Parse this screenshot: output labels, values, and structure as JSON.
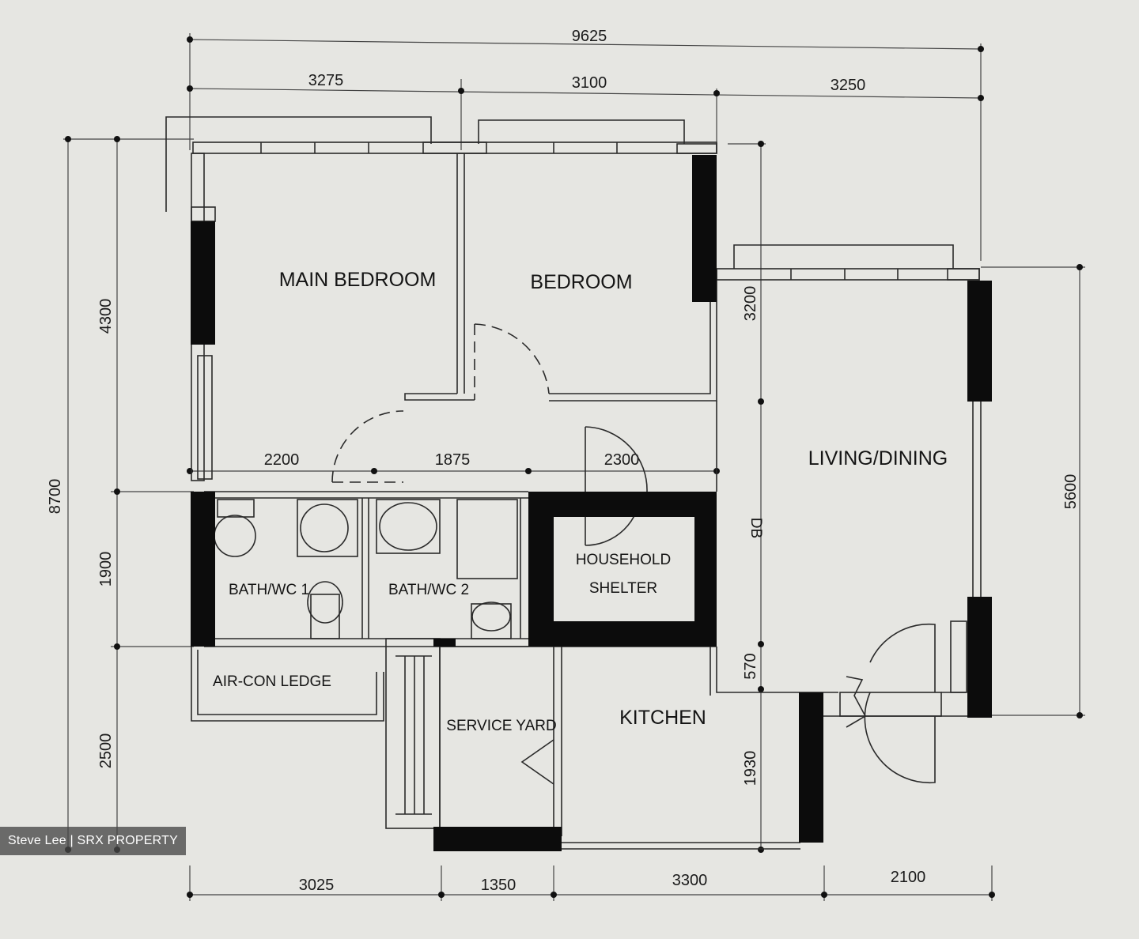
{
  "rooms": {
    "main_bedroom": "MAIN BEDROOM",
    "bedroom": "BEDROOM",
    "living_dining": "LIVING/DINING",
    "bath_wc_1": "BATH/WC 1",
    "bath_wc_2": "BATH/WC 2",
    "household_shelter_top": "HOUSEHOLD",
    "household_shelter_bottom": "SHELTER",
    "air_con_ledge": "AIR-CON LEDGE",
    "service_yard": "SERVICE YARD",
    "kitchen": "KITCHEN",
    "dbox": "DB"
  },
  "dimensions": {
    "overall_width": "9625",
    "top_a": "3275",
    "top_b": "3100",
    "top_c": "3250",
    "overall_depth": "8700",
    "left_a": "4300",
    "left_b": "1900",
    "left_c": "2500",
    "inner_a": "2200",
    "inner_b": "1875",
    "inner_c": "2300",
    "mid_a": "3200",
    "mid_b": "570",
    "mid_c": "1930",
    "right_a": "5600",
    "bottom_a": "3025",
    "bottom_b": "1350",
    "bottom_c": "3300",
    "bottom_d": "2100"
  },
  "watermark": "Steve Lee | SRX PROPERTY"
}
